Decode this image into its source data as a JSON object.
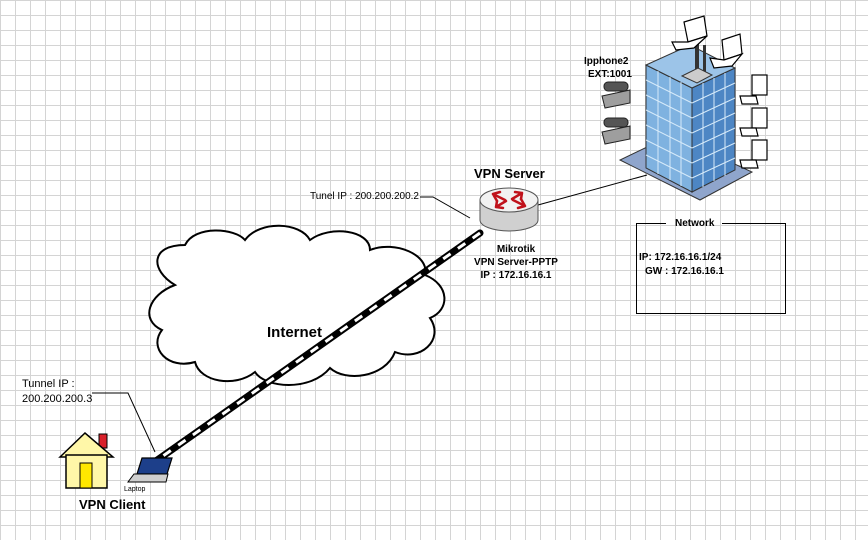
{
  "labels": {
    "vpn_server_title": "VPN Server",
    "tunnel_ip_server": "Tunel IP : 200.200.200.2",
    "mikrotik_line1": "Mikrotik",
    "mikrotik_line2": "VPN Server-PPTP",
    "mikrotik_line3": "IP : 172.16.16.1",
    "internet": "Internet",
    "tunnel_ip_client_line1": "Tunnel IP :",
    "tunnel_ip_client_line2": "200.200.200.3",
    "laptop": "Laptop",
    "vpn_client": "VPN Client",
    "ipphone_line1": "Ipphone2",
    "ipphone_line2": "EXT:1001",
    "network_title": "Network",
    "network_ip": "IP: 172.16.16.1/24",
    "network_gw": "GW : 172.16.16.1"
  },
  "colors": {
    "grid": "#d4d4d4",
    "house_wall": "#fff7a8",
    "house_door": "#ffe800",
    "chimney": "#d9202a",
    "router_arrows": "#c0121b",
    "building_glass": "#7fb2e0",
    "building_base": "#8fa5cc"
  },
  "icons": [
    "router-icon",
    "cloud-icon",
    "house-icon",
    "laptop-icon",
    "building-icon",
    "ip-phone-icon",
    "desktop-icon"
  ]
}
